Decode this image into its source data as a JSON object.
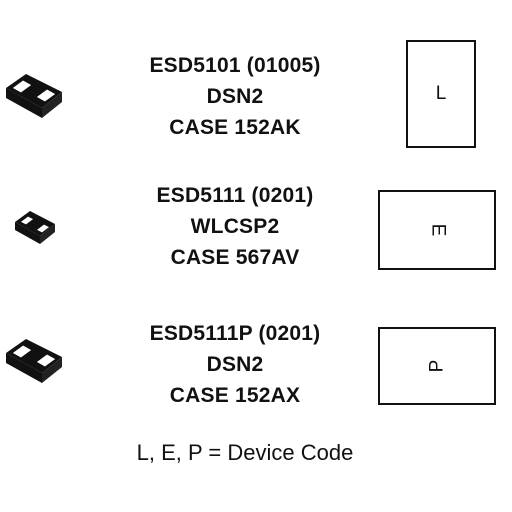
{
  "packages": [
    {
      "part": "ESD5101 (01005)",
      "package": "DSN2",
      "case": "CASE 152AK",
      "device_code": "L",
      "icon": "chip-package-icon"
    },
    {
      "part": "ESD5111 (0201)",
      "package": "WLCSP2",
      "case": "CASE 567AV",
      "device_code": "E",
      "icon": "chip-package-icon"
    },
    {
      "part": "ESD5111P (0201)",
      "package": "DSN2",
      "case": "CASE 152AX",
      "device_code": "P",
      "icon": "chip-package-icon"
    }
  ],
  "legend": "L, E, P = Device Code",
  "colors": {
    "ink": "#111111",
    "background": "#ffffff"
  }
}
